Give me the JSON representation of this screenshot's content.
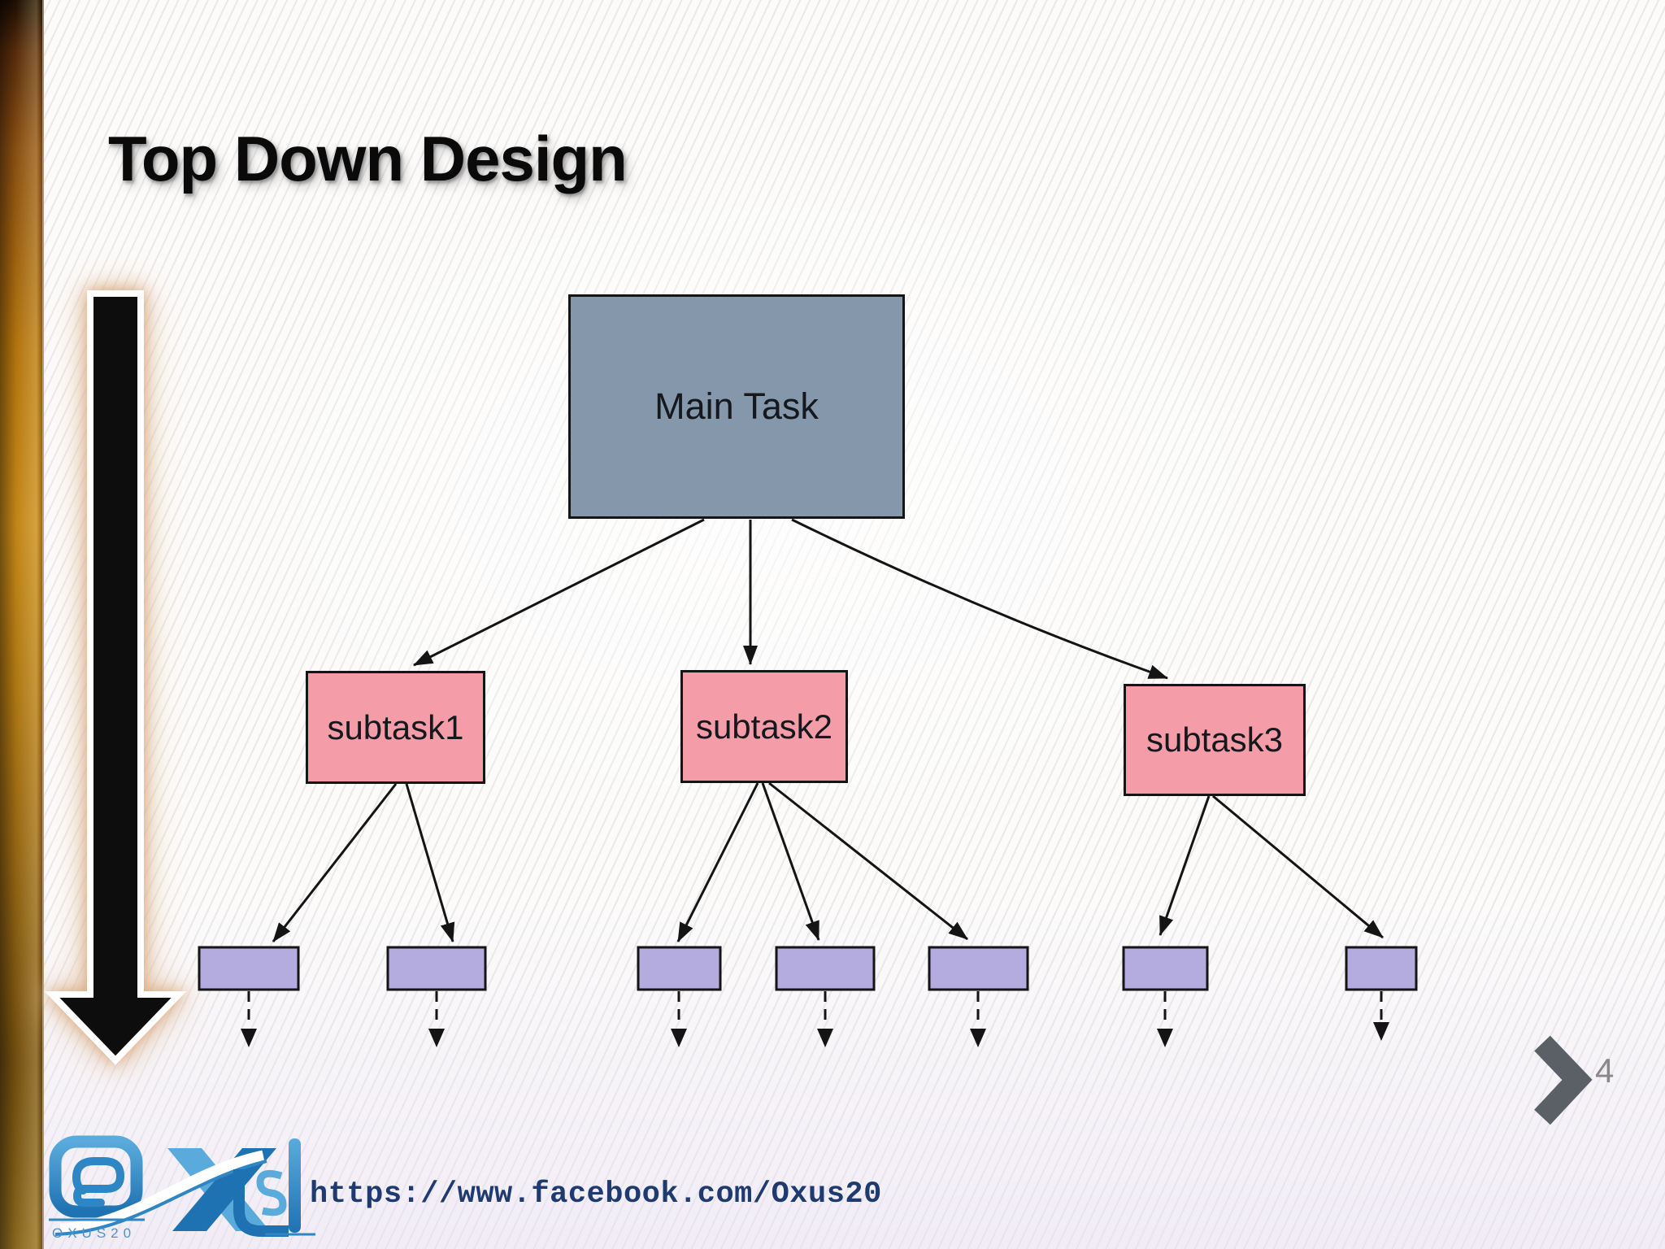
{
  "slide": {
    "title": "Top Down Design",
    "page_number": "4"
  },
  "diagram": {
    "root": {
      "label": "Main Task"
    },
    "subtasks": [
      {
        "label": "subtask1",
        "leaf_children": 2
      },
      {
        "label": "subtask2",
        "leaf_children": 3
      },
      {
        "label": "subtask3",
        "leaf_children": 2
      }
    ],
    "leaf_boxes_total": 7
  },
  "footer": {
    "url": "https://www.facebook.com/Oxus20",
    "logo_text": "OXUS20"
  },
  "colors": {
    "main_task_fill": "#8497ab",
    "subtask_fill": "#f49da8",
    "leaf_fill": "#b4abdf",
    "connector": "#141414",
    "title_color": "#0a0a0a",
    "url_fill": "#1e3a6e",
    "page_number_fill": "#898989",
    "chevron_fill": "#5a6065",
    "bar_gold": "#c68a18",
    "arrow_glow": "#dfae84",
    "logo_blue": "#1f72b2",
    "logo_light_blue": "#5aabdc"
  }
}
